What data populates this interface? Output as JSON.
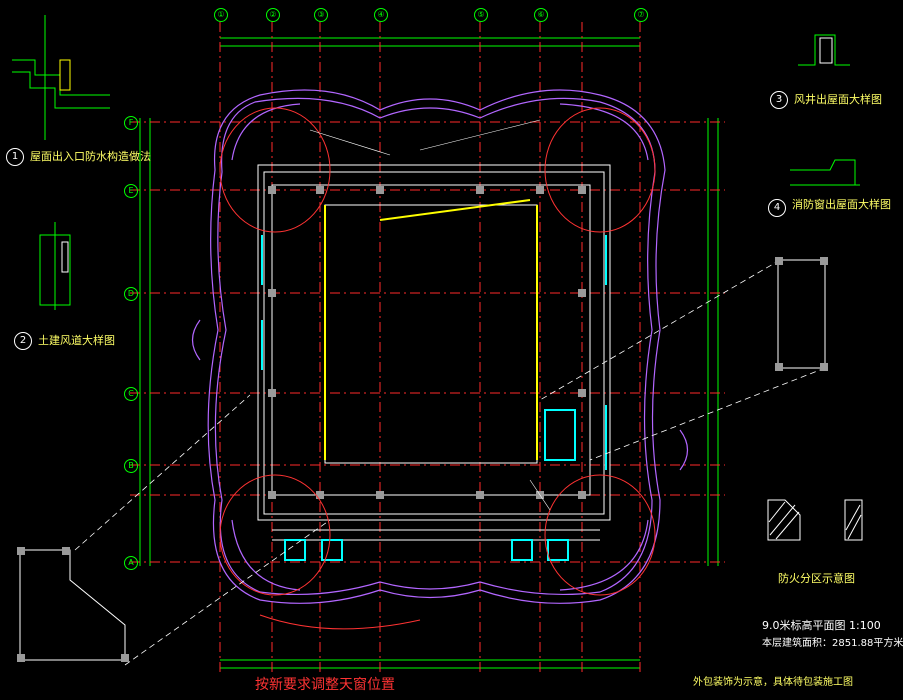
{
  "drawing": {
    "plan_title": "9.0米标高平面图",
    "plan_scale": "1:100",
    "area_note": "本层建筑面积：2851.88平方米",
    "skylight_note": "按新要求调整天窗位置",
    "cladding_note": "外包装饰为示意，具体待包装施工图",
    "fire_zone_caption": "防火分区示意图"
  },
  "details": [
    {
      "num": "1",
      "title": "屋面出入口防水构造做法"
    },
    {
      "num": "2",
      "title": "土建风道大样图"
    },
    {
      "num": "3",
      "title": "风井出屋面大样图"
    },
    {
      "num": "4",
      "title": "消防窗出屋面大样图"
    }
  ],
  "axes": {
    "columns": [
      "①",
      "②",
      "③",
      "④",
      "⑤",
      "⑥",
      "⑦"
    ],
    "rows": [
      "F",
      "E",
      "D",
      "C",
      "B",
      "A"
    ]
  },
  "colors": {
    "grid": "#ff2a2a",
    "dims": "#00ff00",
    "walls": "#ffffff",
    "cladding": "#b266ff",
    "skylight": "#ffff00",
    "windows": "#00ffff",
    "cloud": "#ff3333"
  }
}
